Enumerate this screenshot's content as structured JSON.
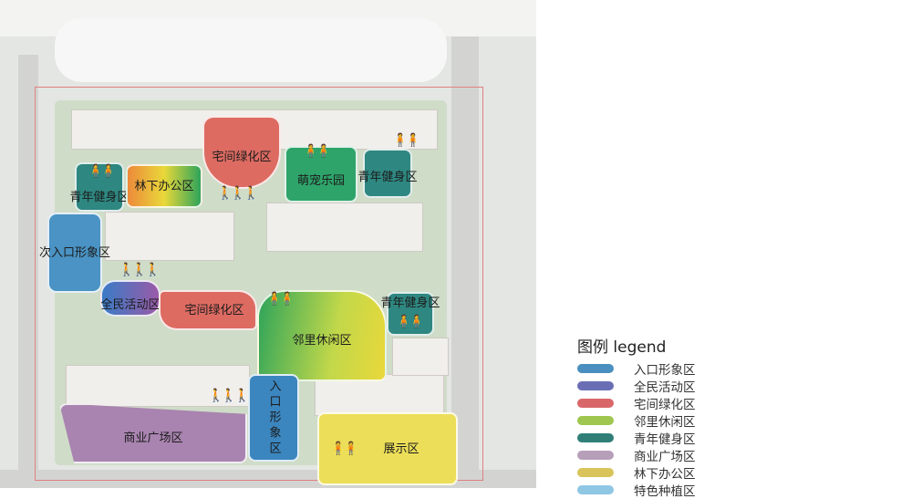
{
  "map": {
    "zones": [
      {
        "label": "宅间绿化区",
        "color": "#dd6b62"
      },
      {
        "label": "萌宠乐园",
        "color": "#2ea46a"
      },
      {
        "label": "青年健身区",
        "color": "#2e8780"
      },
      {
        "label": "青年健身区",
        "color": "#2e8780"
      },
      {
        "label": "林下办公区",
        "color": "#e9c53a"
      },
      {
        "label": "次入口形象区",
        "color": "#4a93c4"
      },
      {
        "label": "全民活动区",
        "color": "#7a5aa8"
      },
      {
        "label": "宅间绿化区",
        "color": "#dd6b62"
      },
      {
        "label": "邻里休闲区",
        "color": "#b9d64a"
      },
      {
        "label": "青年健身区",
        "color": "#2e8780"
      },
      {
        "label": "商业广场区",
        "color": "#a984b0"
      },
      {
        "label": "入口形象区",
        "color": "#3b86bf"
      },
      {
        "label": "展示区",
        "color": "#ecde58"
      }
    ]
  },
  "legend": {
    "title": "图例 legend",
    "items": [
      {
        "label": "入口形象区",
        "color": "#4a8fbf"
      },
      {
        "label": "全民活动区",
        "color": "#6a6fb5"
      },
      {
        "label": "宅间绿化区",
        "color": "#d9676a"
      },
      {
        "label": "邻里休闲区",
        "color": "#9fc64f"
      },
      {
        "label": "青年健身区",
        "color": "#2f7f78"
      },
      {
        "label": "商业广场区",
        "color": "#b79fba"
      },
      {
        "label": "林下办公区",
        "color": "#d8c45a"
      },
      {
        "label": "特色种植区",
        "color": "#8fc6e4"
      }
    ]
  }
}
